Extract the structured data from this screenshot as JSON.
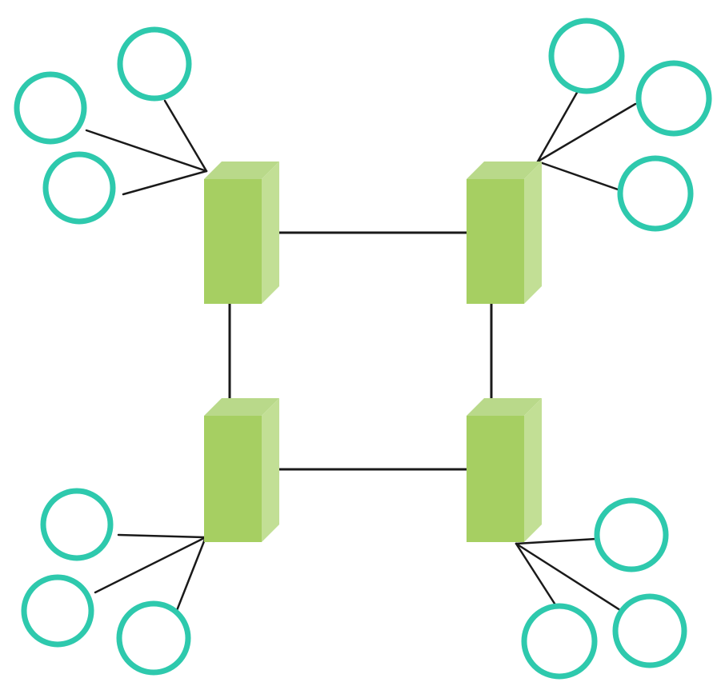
{
  "colors": {
    "switch_front": "#a6cf62",
    "switch_side": "#c2df95",
    "switch_top": "#b9d98a",
    "node_stroke": "#2ec9ad",
    "line": "#1a1a1a",
    "background": "#ffffff"
  },
  "switches": [
    {
      "id": "top-left"
    },
    {
      "id": "top-right"
    },
    {
      "id": "bottom-left"
    },
    {
      "id": "bottom-right"
    }
  ],
  "links": [
    {
      "from": "top-left",
      "to": "top-right"
    },
    {
      "from": "top-left",
      "to": "bottom-left"
    },
    {
      "from": "top-right",
      "to": "bottom-right"
    },
    {
      "from": "bottom-left",
      "to": "bottom-right"
    }
  ],
  "node_groups": [
    {
      "switch": "top-left",
      "count": 3
    },
    {
      "switch": "top-right",
      "count": 3
    },
    {
      "switch": "bottom-left",
      "count": 3
    },
    {
      "switch": "bottom-right",
      "count": 3
    }
  ]
}
